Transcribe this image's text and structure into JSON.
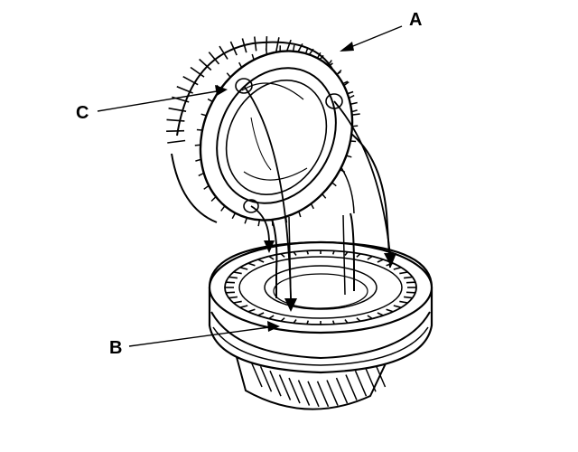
{
  "diagram": {
    "callouts": {
      "a": "A",
      "b": "B",
      "c": "C"
    },
    "colors": {
      "ink": "#000000",
      "paper": "#ffffff"
    },
    "icon": "gear-synchronizer-assembly-icon"
  }
}
